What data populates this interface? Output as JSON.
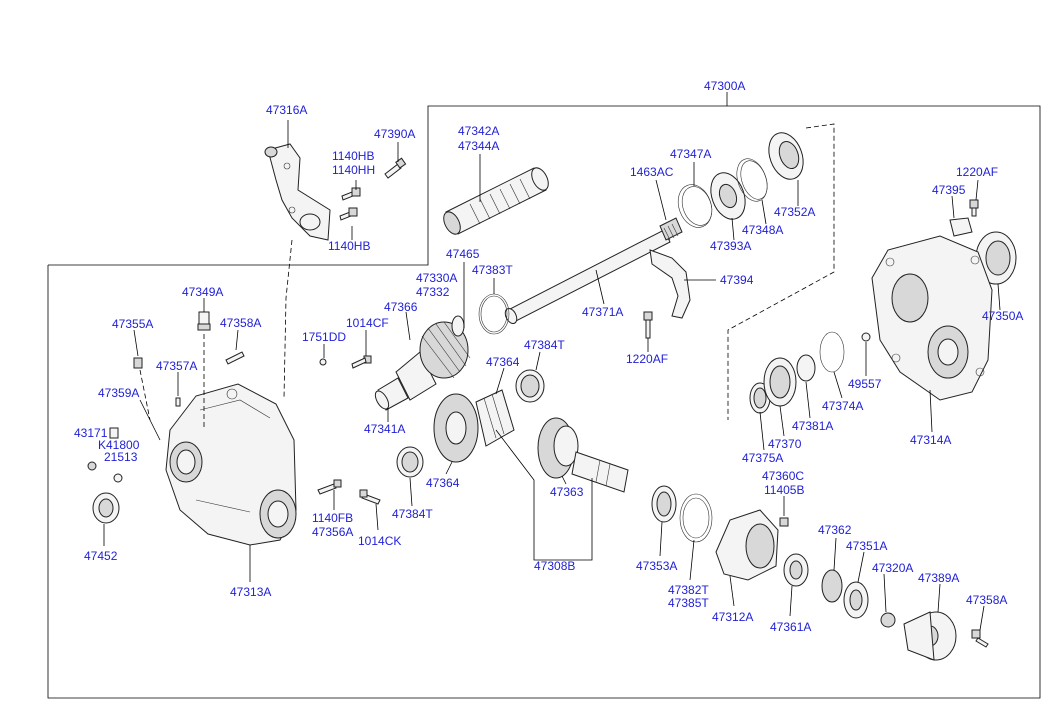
{
  "diagram": {
    "labels": {
      "l47300A": "47300A",
      "l47316A": "47316A",
      "l47390A": "47390A",
      "l1140HB_1": "1140HB",
      "l1140HH": "1140HH",
      "l1140HB_2": "1140HB",
      "l47342A": "47342A",
      "l47344A": "47344A",
      "l47347A": "47347A",
      "l1463AC": "1463AC",
      "l47352A": "47352A",
      "l47393A": "47393A",
      "l47348A": "47348A",
      "l1220AF_1": "1220AF",
      "l47395": "47395",
      "l47350A": "47350A",
      "l47465": "47465",
      "l47330A": "47330A",
      "l47332": "47332",
      "l47383T": "47383T",
      "l47394": "47394",
      "l47371A": "47371A",
      "l47349A": "47349A",
      "l47355A": "47355A",
      "l47358A_1": "47358A",
      "l1014CF": "1014CF",
      "l47366": "47366",
      "l1751DD": "1751DD",
      "l47384T_1": "47384T",
      "l47364_1": "47364",
      "l1220AF_2": "1220AF",
      "l49557": "49557",
      "l47374A": "47374A",
      "l47357A": "47357A",
      "l47359A": "47359A",
      "l47341A": "47341A",
      "l47381A": "47381A",
      "l47370": "47370",
      "l47375A": "47375A",
      "l47314A": "47314A",
      "l43171": "43171",
      "lK41800": "K41800",
      "l21513": "21513",
      "l47364_2": "47364",
      "l47363": "47363",
      "l47360C": "47360C",
      "l11405B": "11405B",
      "l1140FB": "1140FB",
      "l47356A": "47356A",
      "l47384T_2": "47384T",
      "l1014CK": "1014CK",
      "l47452": "47452",
      "l47362": "47362",
      "l47351A": "47351A",
      "l47308B": "47308B",
      "l47353A": "47353A",
      "l47320A": "47320A",
      "l47389A": "47389A",
      "l47358A_2": "47358A",
      "l47382T": "47382T",
      "l47385T": "47385T",
      "l47312A": "47312A",
      "l47361A": "47361A",
      "l47313A": "47313A"
    }
  }
}
